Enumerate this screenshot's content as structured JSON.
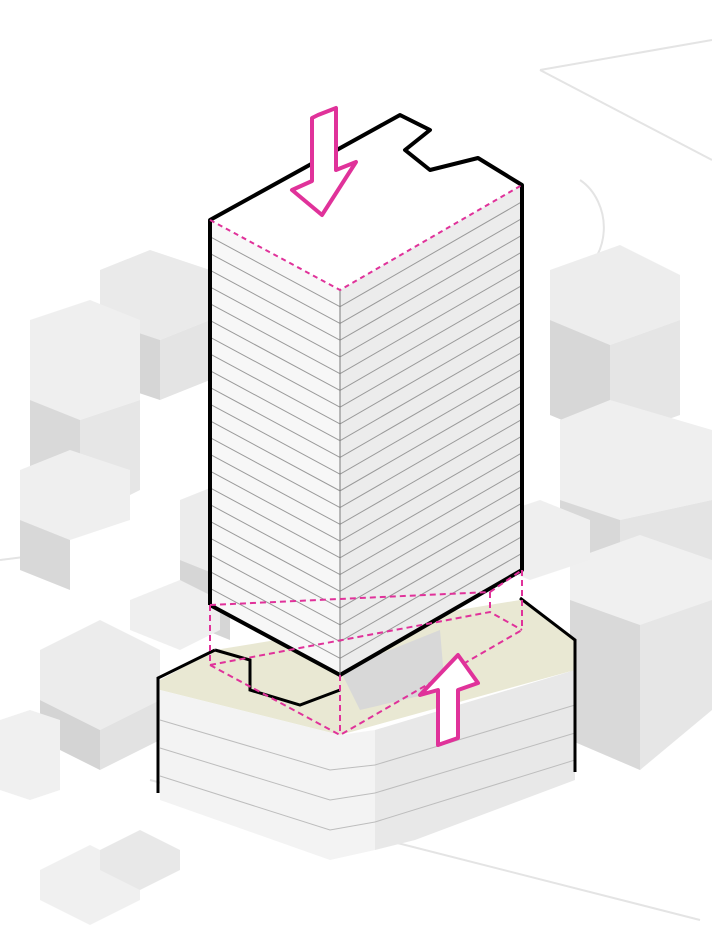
{
  "diagram": {
    "type": "isometric-massing-diagram",
    "colors": {
      "background": "#ffffff",
      "context_light": "#f2f2f2",
      "context_mid": "#e1e1e1",
      "context_dark": "#cfcfcf",
      "tower_face": "#f7f7f7",
      "tower_side": "#ececec",
      "podium_roof": "#e9e8d3",
      "outline": "#000000",
      "accent_magenta": "#e0329a"
    },
    "elements": {
      "tower_floor_lines": 22,
      "podium_floor_lines": 4,
      "arrows": [
        "arrow-down",
        "arrow-up"
      ]
    }
  }
}
